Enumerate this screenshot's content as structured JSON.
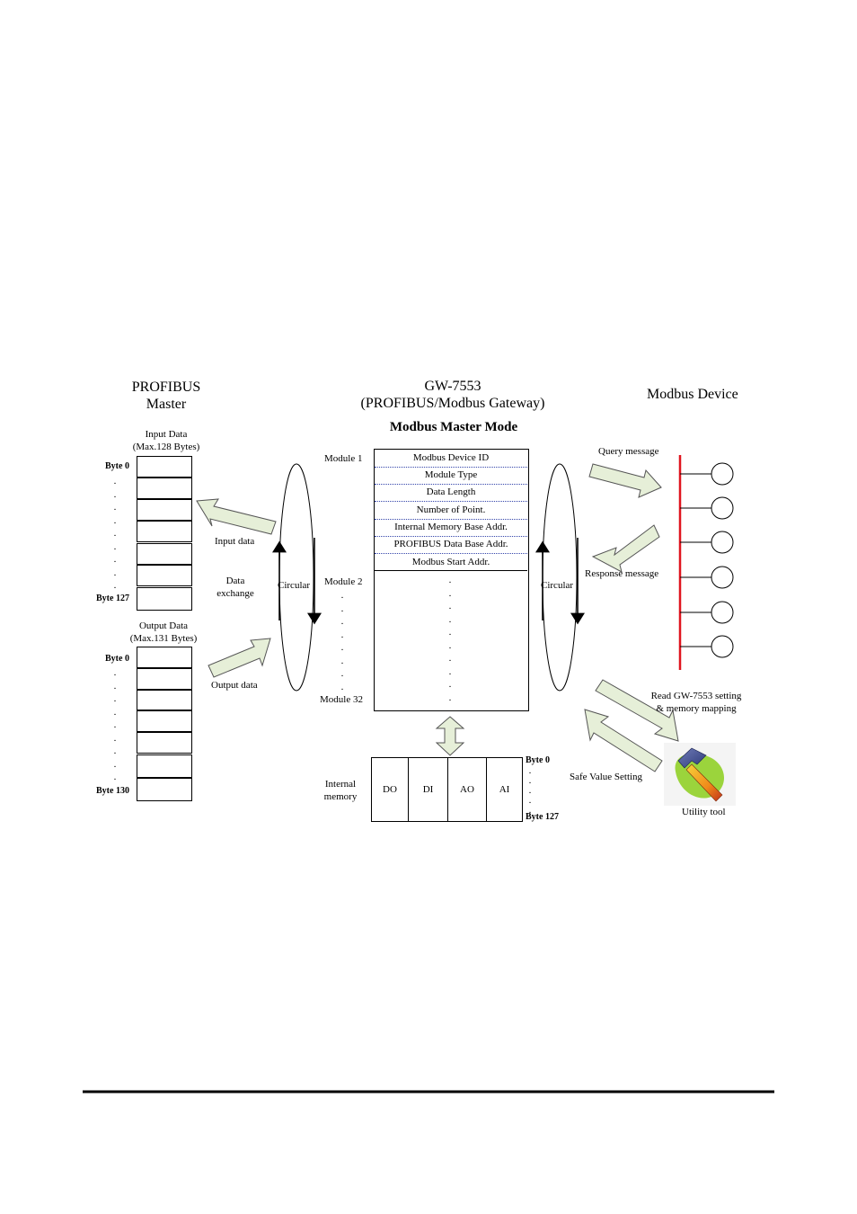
{
  "profibus": {
    "title_line1": "PROFIBUS",
    "title_line2": "Master",
    "input_title": "Input Data",
    "input_max": "(Max.128 Bytes)",
    "input_first": "Byte 0",
    "input_last": "Byte 127",
    "output_title": "Output Data",
    "output_max": "(Max.131 Bytes)",
    "output_first": "Byte 0",
    "output_last": "Byte 130"
  },
  "gateway": {
    "title_line1": "GW-7553",
    "title_line2": "(PROFIBUS/Modbus Gateway)",
    "mode": "Modbus Master Mode",
    "module1": "Module 1",
    "module2": "Module 2",
    "module32": "Module 32",
    "rows": [
      "Modbus Device ID",
      "Module Type",
      "Data Length",
      "Number of Point.",
      "Internal Memory Base Addr.",
      "PROFIBUS Data Base Addr.",
      "Modbus Start Addr."
    ]
  },
  "exchange": {
    "input_data": "Input data",
    "data_exchange_line1": "Data",
    "data_exchange_line2": "exchange",
    "output_data": "Output data",
    "circular_left": "Circular",
    "circular_right": "Circular"
  },
  "memory": {
    "label_line1": "Internal",
    "label_line2": "memory",
    "cells": [
      "DO",
      "DI",
      "AO",
      "AI"
    ],
    "first": "Byte 0",
    "last": "Byte 127"
  },
  "modbus": {
    "title": "Modbus Device",
    "query": "Query message",
    "response": "Response message",
    "bus_color": "#e0141e"
  },
  "utility": {
    "read_line1": "Read GW-7553 setting",
    "read_line2": "& memory mapping",
    "safe_value": "Safe Value Setting",
    "tool": "Utility tool"
  }
}
